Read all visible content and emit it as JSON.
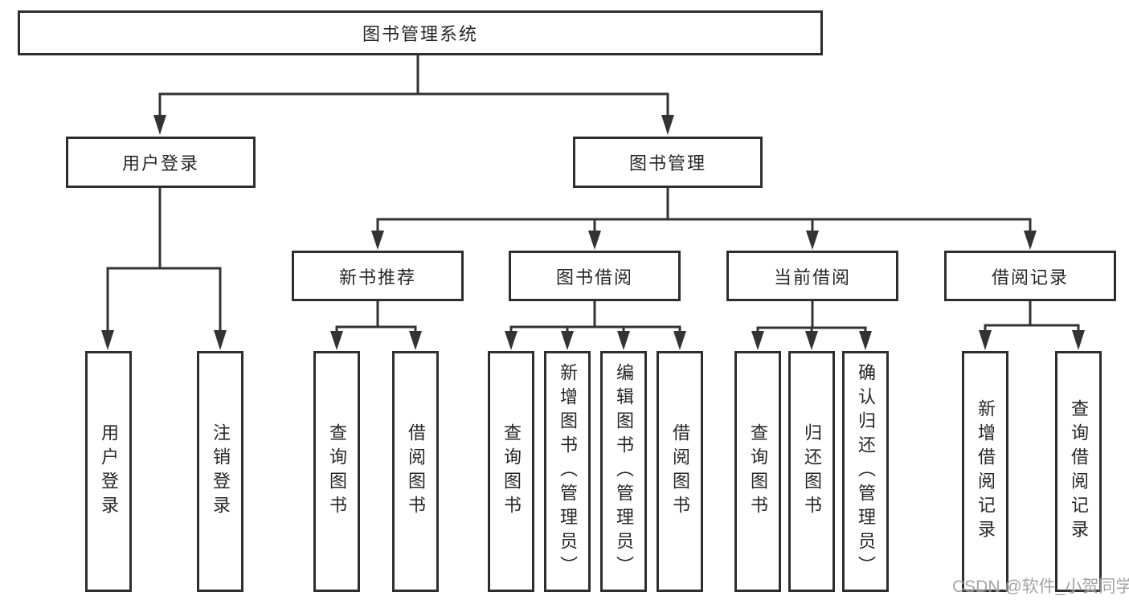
{
  "diagram": {
    "root": {
      "label": "图书管理系统"
    },
    "branches": [
      {
        "label": "用户登录",
        "children": [
          {
            "label": "用户登录"
          },
          {
            "label": "注销登录"
          }
        ]
      },
      {
        "label": "图书管理",
        "children": [
          {
            "label": "新书推荐",
            "children": [
              {
                "label": "查询图书"
              },
              {
                "label": "借阅图书"
              }
            ]
          },
          {
            "label": "图书借阅",
            "children": [
              {
                "label": "查询图书"
              },
              {
                "label": "新增图书（管理员）"
              },
              {
                "label": "编辑图书（管理员）"
              },
              {
                "label": "借阅图书"
              }
            ]
          },
          {
            "label": "当前借阅",
            "children": [
              {
                "label": "查询图书"
              },
              {
                "label": "归还图书"
              },
              {
                "label": "确认归还（管理员）"
              }
            ]
          },
          {
            "label": "借阅记录",
            "children": [
              {
                "label": "新增借阅记录"
              },
              {
                "label": "查询借阅记录"
              }
            ]
          }
        ]
      }
    ]
  },
  "watermark": {
    "text": "CSDN @软件_小贺同学"
  },
  "colors": {
    "line": "#333333",
    "box_border": "#2e2e2e",
    "box_background": "#ffffff",
    "text": "#262626",
    "watermark": "#9a9a9a"
  }
}
